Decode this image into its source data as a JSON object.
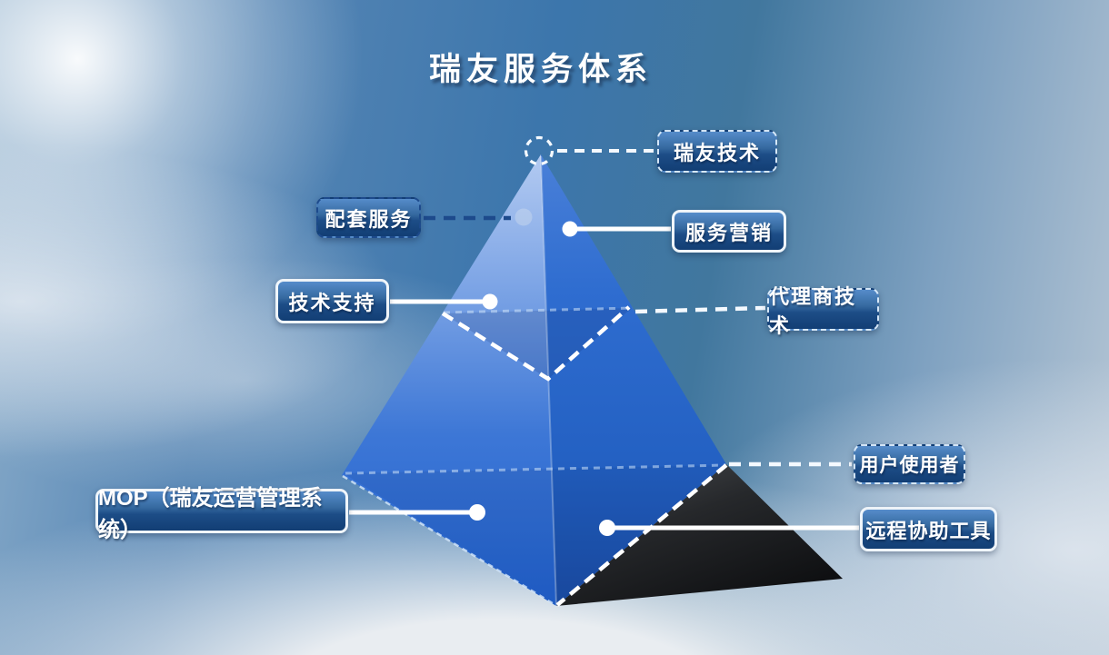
{
  "title": "瑞友服务体系",
  "labels": {
    "ruiyou_tech": {
      "text": "瑞友技术",
      "border": "dashed-light"
    },
    "peitao": {
      "text": "配套服务",
      "border": "dashed-dark"
    },
    "fuwu_yingxiao": {
      "text": "服务营销",
      "border": "solid"
    },
    "jishu_zhichi": {
      "text": "技术支持",
      "border": "solid"
    },
    "dailishang": {
      "text": "代理商技术",
      "border": "dashed-light"
    },
    "yonghu": {
      "text": "用户使用者",
      "border": "dashed-light"
    },
    "mop": {
      "text": "MOP（瑞友运营管理系统）",
      "border": "solid"
    },
    "yuancheng": {
      "text": "远程协助工具",
      "border": "solid"
    }
  },
  "colors": {
    "sky_deep_blue": "#3c76ac",
    "sky_light_cloud": "#e9edf1",
    "pyramid_left_face_top": "#a9c3ef",
    "pyramid_left_face_bottom": "#2161ce",
    "pyramid_right_face_top": "#4a80d8",
    "pyramid_right_face_bottom": "#1a50aa",
    "pyramid_black_tier": "#151719",
    "label_gradient_top": "#568cca",
    "label_gradient_bottom": "#123e74",
    "connector_white": "#ffffff",
    "connector_dark_dashed": "#1d4a8c"
  }
}
